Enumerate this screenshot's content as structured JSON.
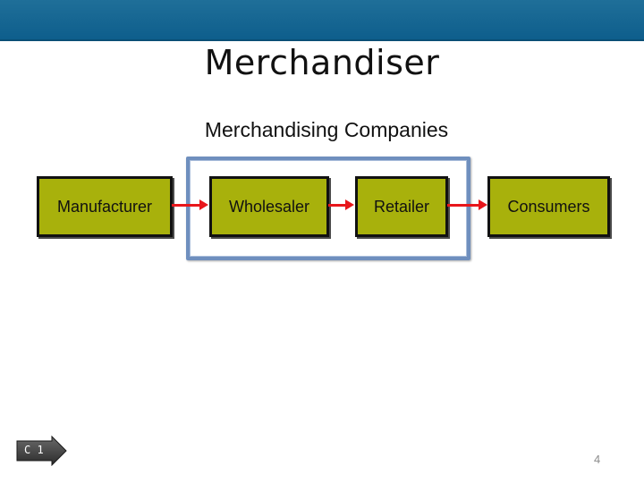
{
  "slide": {
    "title": "Merchandiser",
    "page_number": "4"
  },
  "diagram": {
    "heading": "Merchandising Companies",
    "nodes": [
      {
        "label": "Manufacturer"
      },
      {
        "label": "Wholesaler"
      },
      {
        "label": "Retailer"
      },
      {
        "label": "Consumers"
      }
    ],
    "colors": {
      "box_fill": "#a8b10c",
      "box_border": "#111111",
      "arrow": "#e8161b",
      "highlight_frame": "#6f8fbe",
      "top_bar": "#0e5e8c"
    }
  },
  "nav": {
    "tag_label": "C 1",
    "icon": "right-arrow-tag-icon"
  }
}
